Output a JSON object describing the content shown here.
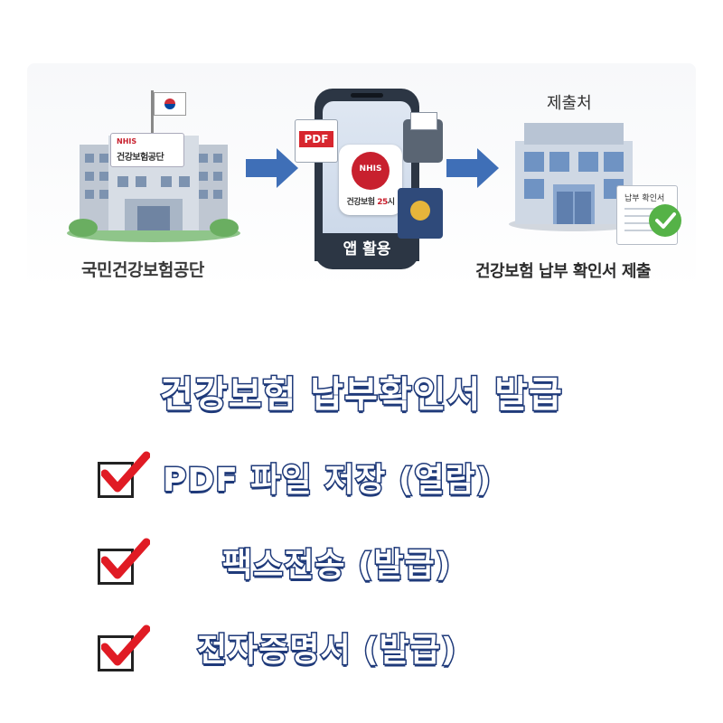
{
  "flow": {
    "source_label": "국민건강보험공단",
    "source_sign_brand": "NHIS",
    "source_sign_name": "건강보험공단",
    "app_label": "앱 활용",
    "app_brand": "NHIS",
    "app_name": "건강보험",
    "app_suffix": "시",
    "pdf_tag": "PDF",
    "destination_label": "제출처",
    "receipt_title": "납부 확인서",
    "result_label": "건강보험 납부 확인서 제출",
    "arrow_color": "#3f6fb7"
  },
  "headline": "건강보험 납부확인서 발급",
  "items": [
    {
      "text": "PDF 파일 저장 (열람)",
      "checked": true
    },
    {
      "text": "팩스전송 (발급)",
      "checked": true
    },
    {
      "text": "전자증명서 (발급)",
      "checked": true
    }
  ],
  "colors": {
    "text_stroke": "#1f3a7a",
    "check_red": "#e01b24",
    "nhis_red": "#c8202e"
  }
}
